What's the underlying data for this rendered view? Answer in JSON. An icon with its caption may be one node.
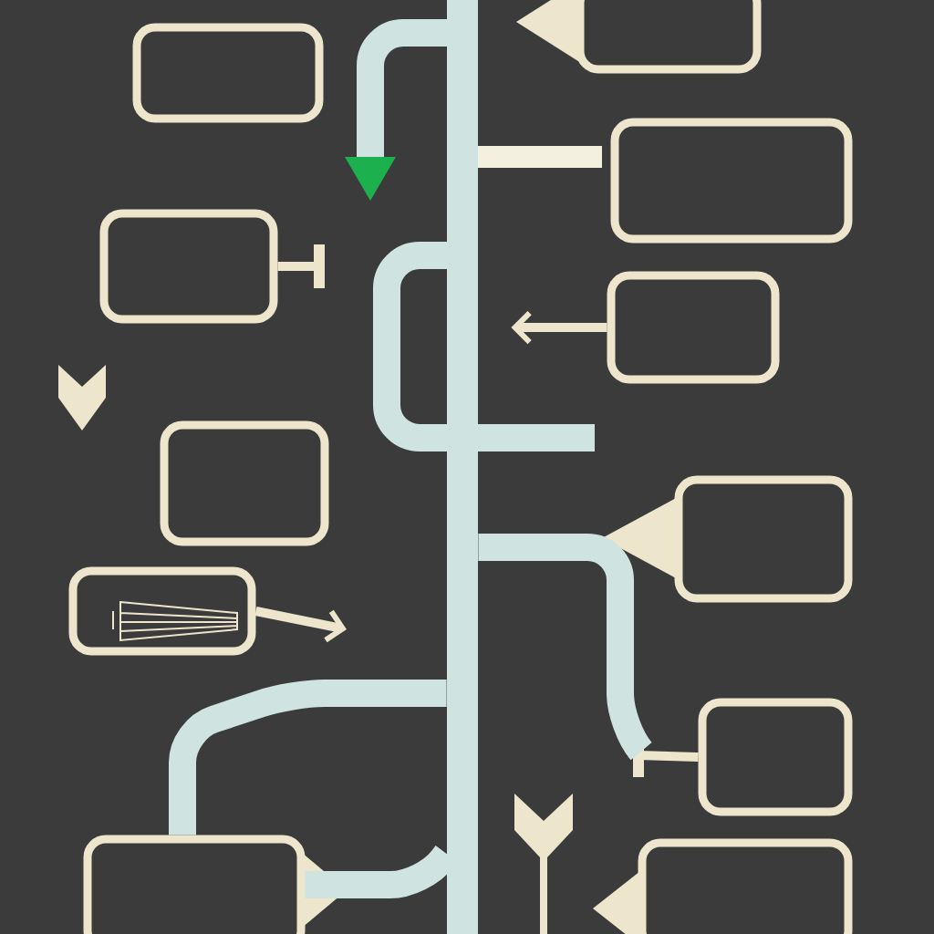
{
  "diagram": {
    "nodes": [
      {
        "text": [],
        "shape": "box"
      },
      {
        "text": [],
        "shape": "box"
      },
      {
        "text": [],
        "shape": "box"
      },
      {
        "text": [],
        "shape": "box"
      },
      {
        "text": [],
        "shape": "box"
      },
      {
        "text": [],
        "shape": "box"
      },
      {
        "text": [],
        "shape": "box"
      },
      {
        "text": [],
        "shape": "box"
      },
      {
        "text": [],
        "shape": "box"
      },
      {
        "text": [],
        "shape": "box"
      },
      {
        "text": [],
        "shape": "box"
      },
      {
        "text": [],
        "shape": "bar"
      }
    ],
    "edges": [
      {
        "from": 3,
        "to": null,
        "arrow": "other"
      },
      {
        "from": 4,
        "to": 11,
        "arrow": "to"
      },
      {
        "from": 7,
        "to": null,
        "arrow": "to"
      },
      {
        "from": 8,
        "to": null,
        "arrow": "other"
      },
      {
        "from": 11,
        "to": 9,
        "arrow": "none",
        "style": "thick",
        "color": "#cfe4e1"
      },
      {
        "from": 11,
        "to": 9,
        "arrow": "none",
        "style": "thick",
        "color": "#cfe4e1"
      },
      {
        "from": 11,
        "to": null,
        "arrow": "none",
        "style": "thick",
        "color": "#cfe4e1"
      }
    ]
  }
}
